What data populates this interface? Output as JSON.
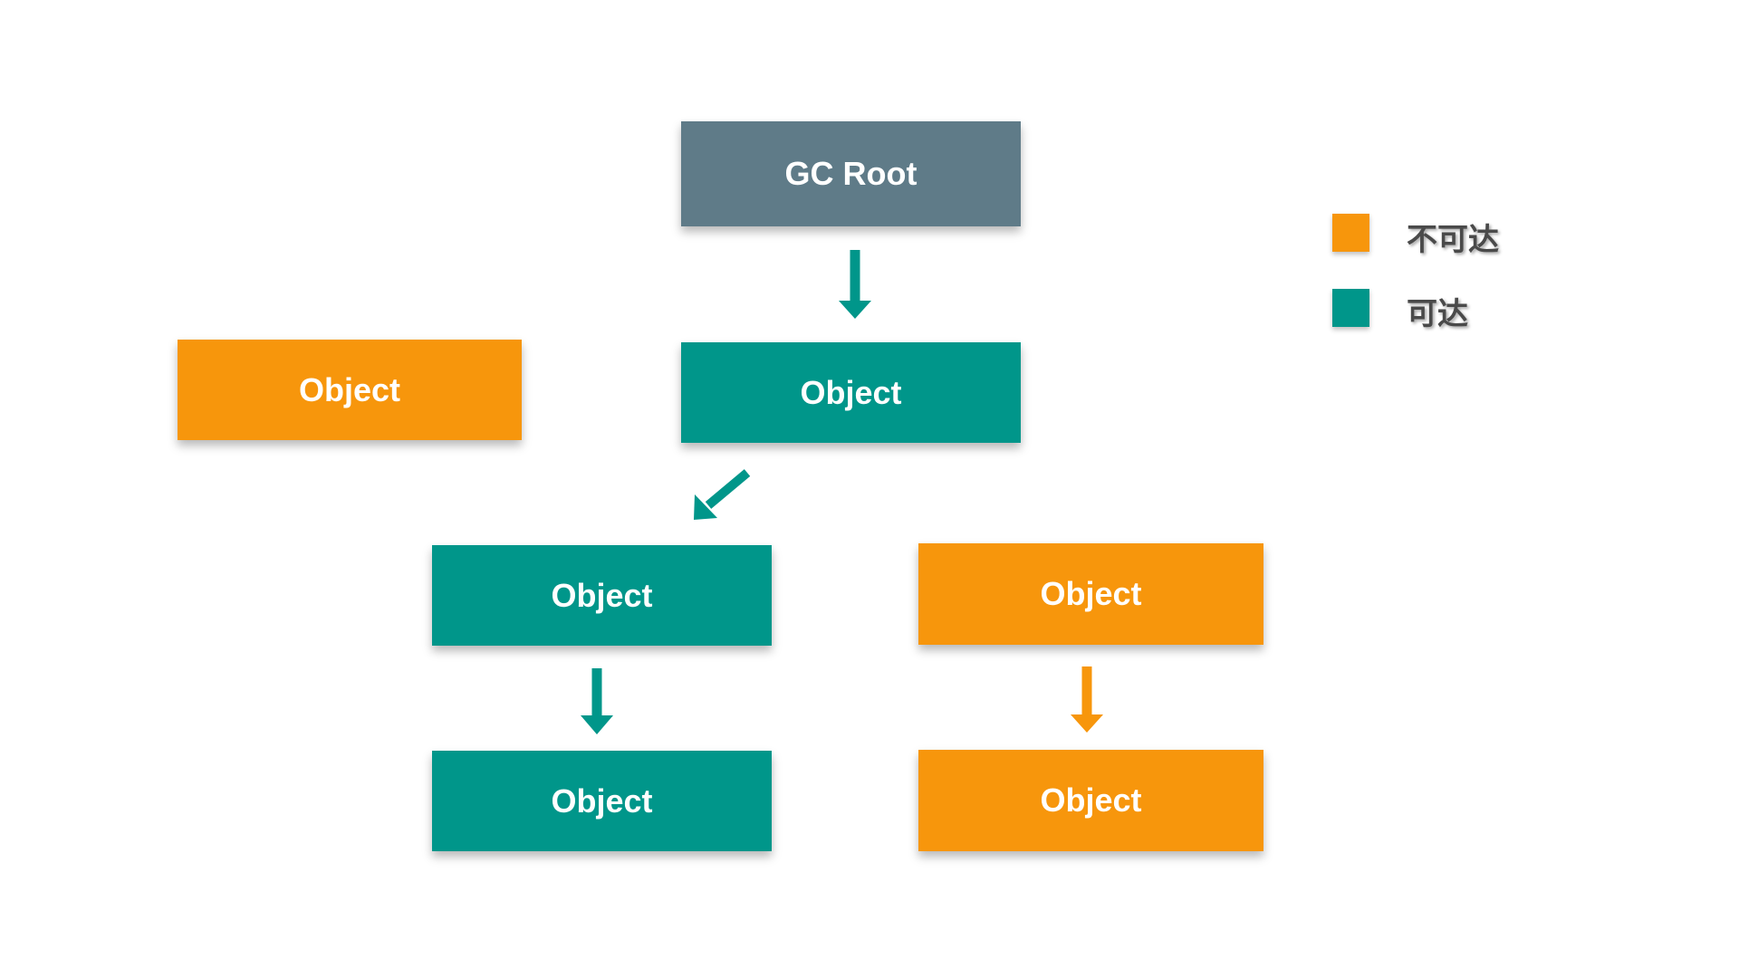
{
  "colors": {
    "unreachable": "#F7960C",
    "reachable": "#00968A",
    "root": "#5F7B88",
    "legend_text": "#4A4A4A"
  },
  "nodes": {
    "root": {
      "label": "GC Root",
      "state": "root"
    },
    "obj_isolated": {
      "label": "Object",
      "state": "unreachable"
    },
    "obj_child": {
      "label": "Object",
      "state": "reachable"
    },
    "obj_grandchild": {
      "label": "Object",
      "state": "reachable"
    },
    "obj_leaf": {
      "label": "Object",
      "state": "reachable"
    },
    "obj_unreach_a": {
      "label": "Object",
      "state": "unreachable"
    },
    "obj_unreach_b": {
      "label": "Object",
      "state": "unreachable"
    }
  },
  "edges": [
    {
      "from": "root",
      "to": "obj_child",
      "state": "reachable"
    },
    {
      "from": "obj_child",
      "to": "obj_grandchild",
      "state": "reachable"
    },
    {
      "from": "obj_grandchild",
      "to": "obj_leaf",
      "state": "reachable"
    },
    {
      "from": "obj_unreach_a",
      "to": "obj_unreach_b",
      "state": "unreachable"
    }
  ],
  "legend": {
    "unreachable_label": "不可达",
    "reachable_label": "可达"
  }
}
